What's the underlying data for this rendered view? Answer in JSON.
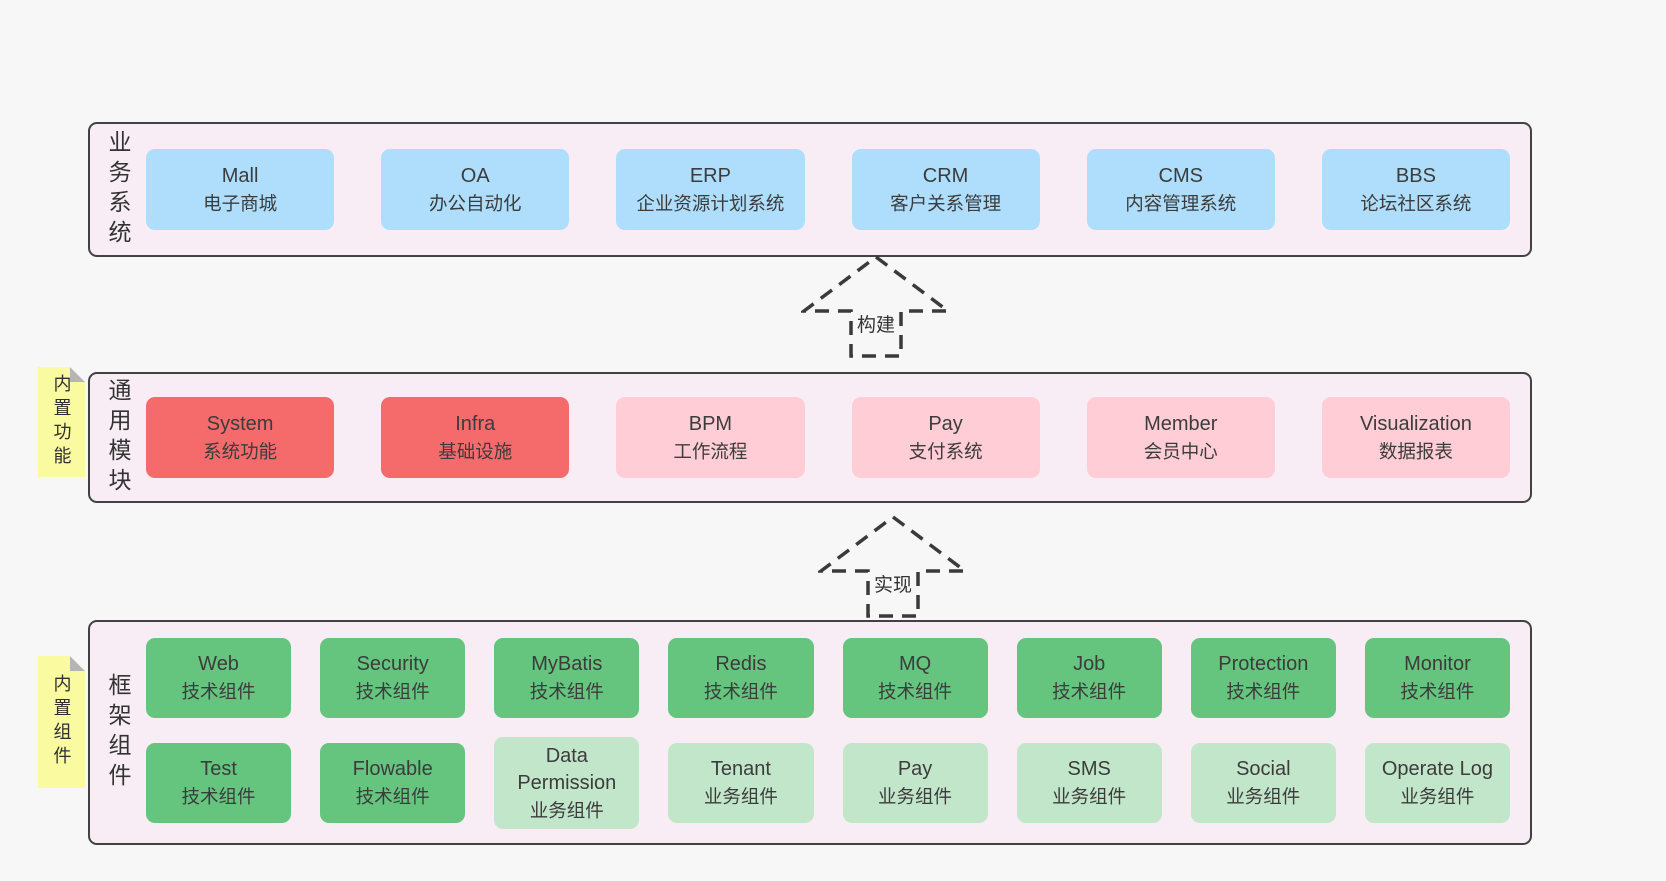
{
  "colors": {
    "page-bg": "#f7f7f7",
    "panel-bg": "#f8edf5",
    "panel-border": "#424242",
    "blue": "#aedefb",
    "red": "#f56b6c",
    "pink": "#fecdd6",
    "green": "#65c47d",
    "green-light": "#c2e6ca",
    "yellow": "#fafaa1",
    "fold-gray": "#b5b5b5",
    "text": "#3c3c3c"
  },
  "arrows": [
    {
      "label": "构建"
    },
    {
      "label": "实现"
    }
  ],
  "sections": {
    "business": {
      "label": "业务系统",
      "boxes": [
        {
          "name": "Mall",
          "desc": "电子商城"
        },
        {
          "name": "OA",
          "desc": "办公自动化"
        },
        {
          "name": "ERP",
          "desc": "企业资源计划系统"
        },
        {
          "name": "CRM",
          "desc": "客户关系管理"
        },
        {
          "name": "CMS",
          "desc": "内容管理系统"
        },
        {
          "name": "BBS",
          "desc": "论坛社区系统"
        }
      ]
    },
    "modules": {
      "label": "通用模块",
      "sticky": "内置功能",
      "boxes": [
        {
          "name": "System",
          "desc": "系统功能"
        },
        {
          "name": "Infra",
          "desc": "基础设施"
        },
        {
          "name": "BPM",
          "desc": "工作流程"
        },
        {
          "name": "Pay",
          "desc": "支付系统"
        },
        {
          "name": "Member",
          "desc": "会员中心"
        },
        {
          "name": "Visualization",
          "desc": "数据报表"
        }
      ]
    },
    "components": {
      "label": "框架组件",
      "sticky": "内置组件",
      "row1": [
        {
          "name": "Web",
          "desc": "技术组件"
        },
        {
          "name": "Security",
          "desc": "技术组件"
        },
        {
          "name": "MyBatis",
          "desc": "技术组件"
        },
        {
          "name": "Redis",
          "desc": "技术组件"
        },
        {
          "name": "MQ",
          "desc": "技术组件"
        },
        {
          "name": "Job",
          "desc": "技术组件"
        },
        {
          "name": "Protection",
          "desc": "技术组件"
        },
        {
          "name": "Monitor",
          "desc": "技术组件"
        }
      ],
      "row2": [
        {
          "name": "Test",
          "desc": "技术组件"
        },
        {
          "name": "Flowable",
          "desc": "技术组件"
        },
        {
          "name": "Data Permission",
          "desc": "业务组件"
        },
        {
          "name": "Tenant",
          "desc": "业务组件"
        },
        {
          "name": "Pay",
          "desc": "业务组件"
        },
        {
          "name": "SMS",
          "desc": "业务组件"
        },
        {
          "name": "Social",
          "desc": "业务组件"
        },
        {
          "name": "Operate Log",
          "desc": "业务组件"
        }
      ]
    }
  }
}
